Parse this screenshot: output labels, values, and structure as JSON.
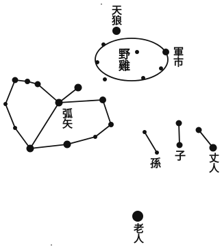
{
  "labels": {
    "tianlang": "天狼",
    "yeji": "野雞",
    "junshi": "軍市",
    "hushi": "弧矢",
    "sun": "孫",
    "zi": "子",
    "zhangren": "丈人",
    "laoren": "老人"
  },
  "colors": {
    "ink": "#111111",
    "paper": "#ffffff"
  }
}
